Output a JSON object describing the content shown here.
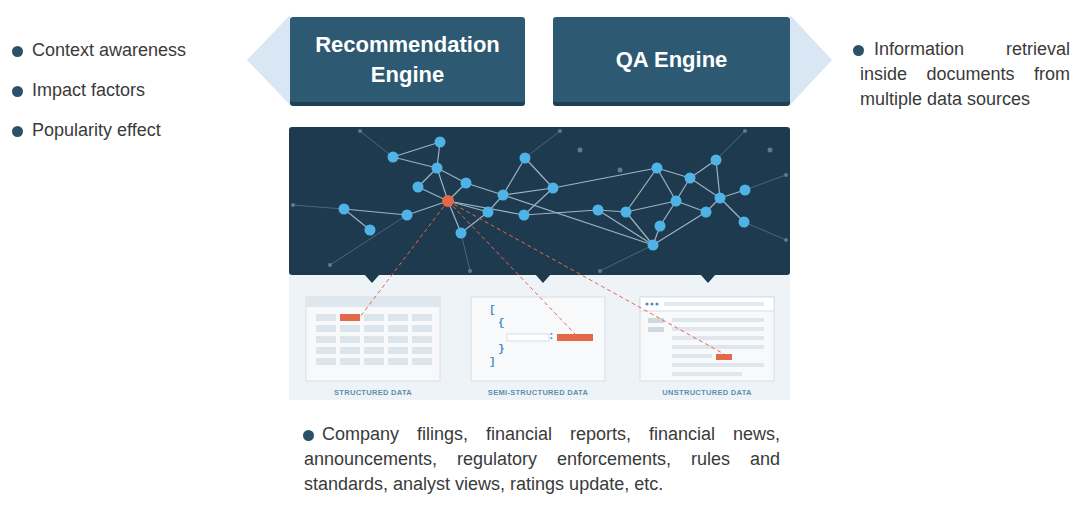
{
  "diagram": {
    "nodes": [
      {
        "text": [
          "Recommendation Engine"
        ]
      },
      {
        "text": [
          "QA Engine"
        ]
      },
      {
        "text": [
          "STRUCTURED DATA"
        ]
      },
      {
        "text": [
          "SEMI-STRUCTURED DATA"
        ]
      },
      {
        "text": [
          "UNSTRUCTURED DATA"
        ]
      }
    ],
    "edges": [],
    "labels": [
      "Context awareness",
      "Impact factors",
      "Popularity effect",
      "Information retrieval inside documents from multiple data sources",
      "Company filings, financial reports, financial news, announcements, regulatory enforcements, rules and standards, analyst views, ratings update, etc.",
      "[",
      "{",
      ":",
      "}",
      "]"
    ]
  }
}
